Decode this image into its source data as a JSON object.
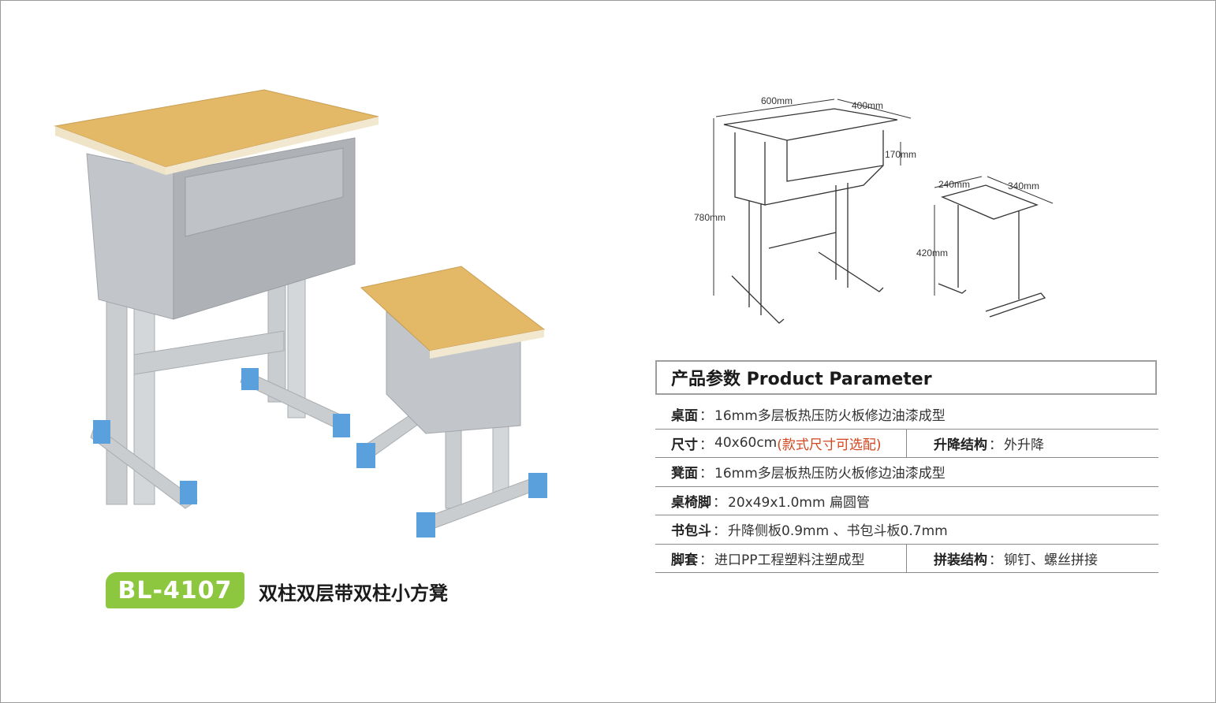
{
  "product": {
    "model": "BL-4107",
    "name": "双柱双层带双柱小方凳",
    "colors": {
      "badge": "#8dc63f",
      "desktop_wood": "#e3b867",
      "frame_gray": "#c9cdd0",
      "foot_blue": "#5aa0dd"
    }
  },
  "drawing": {
    "desk_width": "600mm",
    "desk_depth": "400mm",
    "drawer_height": "170mm",
    "desk_height": "780mm",
    "stool_width": "240mm",
    "stool_depth": "340mm",
    "stool_height": "420mm"
  },
  "params": {
    "title": "产品参数 Product Parameter",
    "rows": [
      {
        "label": "桌面",
        "sep": "：",
        "value": "16mm多层板热压防火板修边油漆成型"
      },
      {
        "label": "尺寸",
        "sep": "：",
        "value": "40x60cm ",
        "note": "(款式尺寸可选配)",
        "label2": "升降结构",
        "sep2": "：",
        "value2": "外升降"
      },
      {
        "label": "凳面",
        "sep": "：",
        "value": "16mm多层板热压防火板修边油漆成型"
      },
      {
        "label": "桌椅脚",
        "sep": "：",
        "value": "20x49x1.0mm 扁圆管"
      },
      {
        "label": "书包斗",
        "sep": "：",
        "value": "升降侧板0.9mm 、书包斗板0.7mm"
      },
      {
        "label": "脚套",
        "sep": "：",
        "value": "进口PP工程塑料注塑成型",
        "label2": "拼装结构",
        "sep2": "：",
        "value2": "铆钉、螺丝拼接"
      }
    ]
  }
}
